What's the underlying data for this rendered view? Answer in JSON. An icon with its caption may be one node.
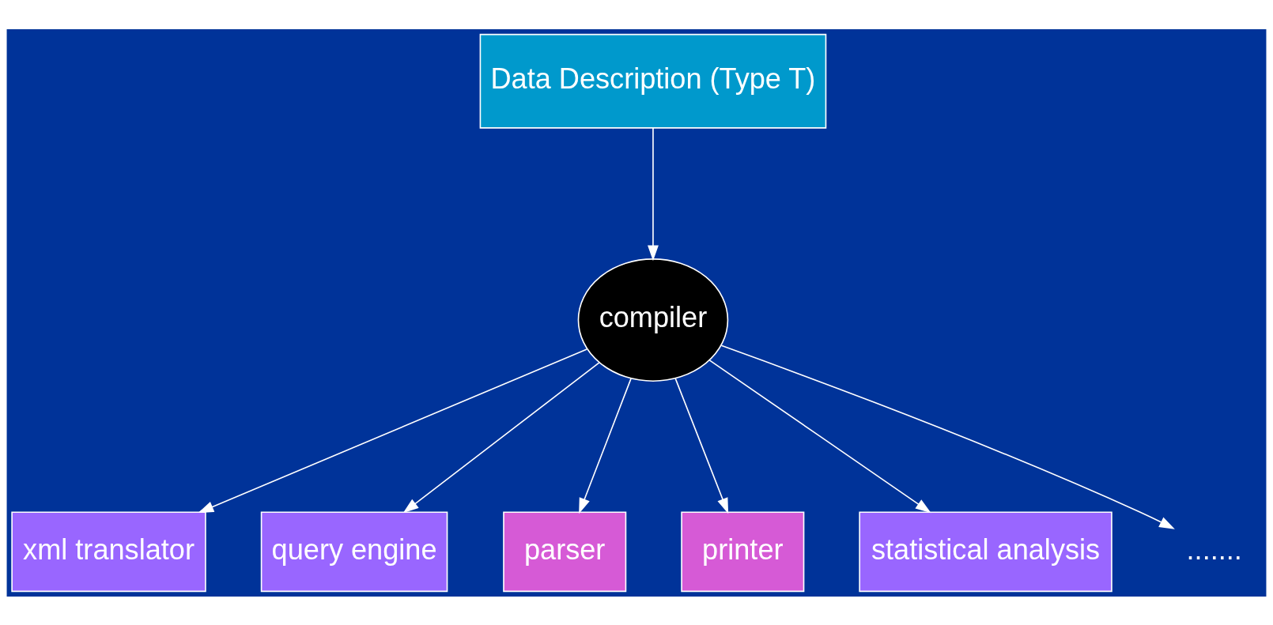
{
  "diagram": {
    "nodes": [
      {
        "text": [
          "Data Description (Type T)"
        ]
      },
      {
        "text": [
          "compiler"
        ]
      },
      {
        "text": [
          "xml translator"
        ]
      },
      {
        "text": [
          "query engine"
        ]
      },
      {
        "text": [
          "parser"
        ]
      },
      {
        "text": [
          "printer"
        ]
      },
      {
        "text": [
          "statistical analysis"
        ]
      },
      {
        "text": [
          "......."
        ]
      }
    ],
    "edges": [
      {
        "from": 0,
        "to": 1,
        "arrow": "to"
      },
      {
        "from": 1,
        "to": 2,
        "arrow": "to"
      },
      {
        "from": 1,
        "to": 3,
        "arrow": "to"
      },
      {
        "from": 1,
        "to": 4,
        "arrow": "to"
      },
      {
        "from": 1,
        "to": 5,
        "arrow": "to"
      },
      {
        "from": 1,
        "to": 6,
        "arrow": "to"
      },
      {
        "from": 1,
        "to": 7,
        "arrow": "to"
      }
    ]
  }
}
